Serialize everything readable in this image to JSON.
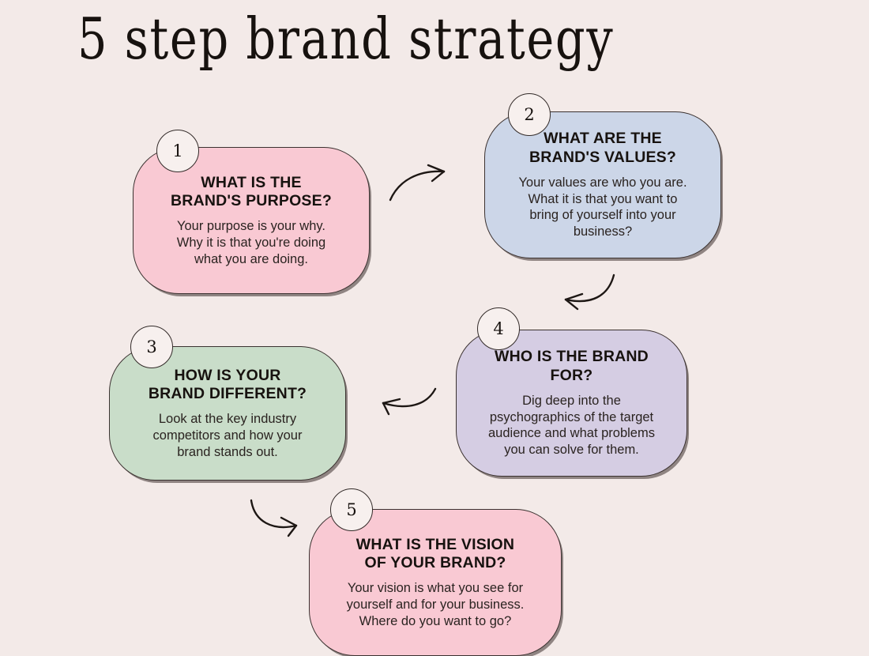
{
  "page": {
    "title": "5 step brand strategy",
    "background_color": "#f3eae8"
  },
  "steps": [
    {
      "number": "1",
      "heading": "WHAT IS THE\nBRAND'S PURPOSE?",
      "body": "Your purpose is your why.\nWhy it is that you're doing\nwhat you are doing.",
      "color": "#f9c9d3"
    },
    {
      "number": "2",
      "heading": "WHAT ARE THE\nBRAND'S VALUES?",
      "body": "Your values are who you are.\nWhat it is that you want to\nbring of yourself into your\nbusiness?",
      "color": "#ccd6e8"
    },
    {
      "number": "3",
      "heading": "HOW IS YOUR\nBRAND DIFFERENT?",
      "body": "Look at the key industry\ncompetitors and how your\nbrand stands out.",
      "color": "#c9ddc9"
    },
    {
      "number": "4",
      "heading": "WHO IS THE BRAND\nFOR?",
      "body": "Dig deep into the\npsychographics of the target\naudience and what problems\nyou can solve for them.",
      "color": "#d5cde3"
    },
    {
      "number": "5",
      "heading": "WHAT IS THE VISION\nOF YOUR BRAND?",
      "body": "Your vision is what you see for\nyourself and for your business.\nWhere do you want to go?",
      "color": "#f9c9d3"
    }
  ],
  "connectors": [
    {
      "name": "arrow-step1-to-step2",
      "from": "1",
      "to": "2",
      "direction": "right-up"
    },
    {
      "name": "arrow-step2-to-step4",
      "from": "2",
      "to": "4",
      "direction": "down-left"
    },
    {
      "name": "arrow-step4-to-step3",
      "from": "4",
      "to": "3",
      "direction": "left"
    },
    {
      "name": "arrow-step3-to-step5",
      "from": "3",
      "to": "5",
      "direction": "down-right"
    }
  ]
}
